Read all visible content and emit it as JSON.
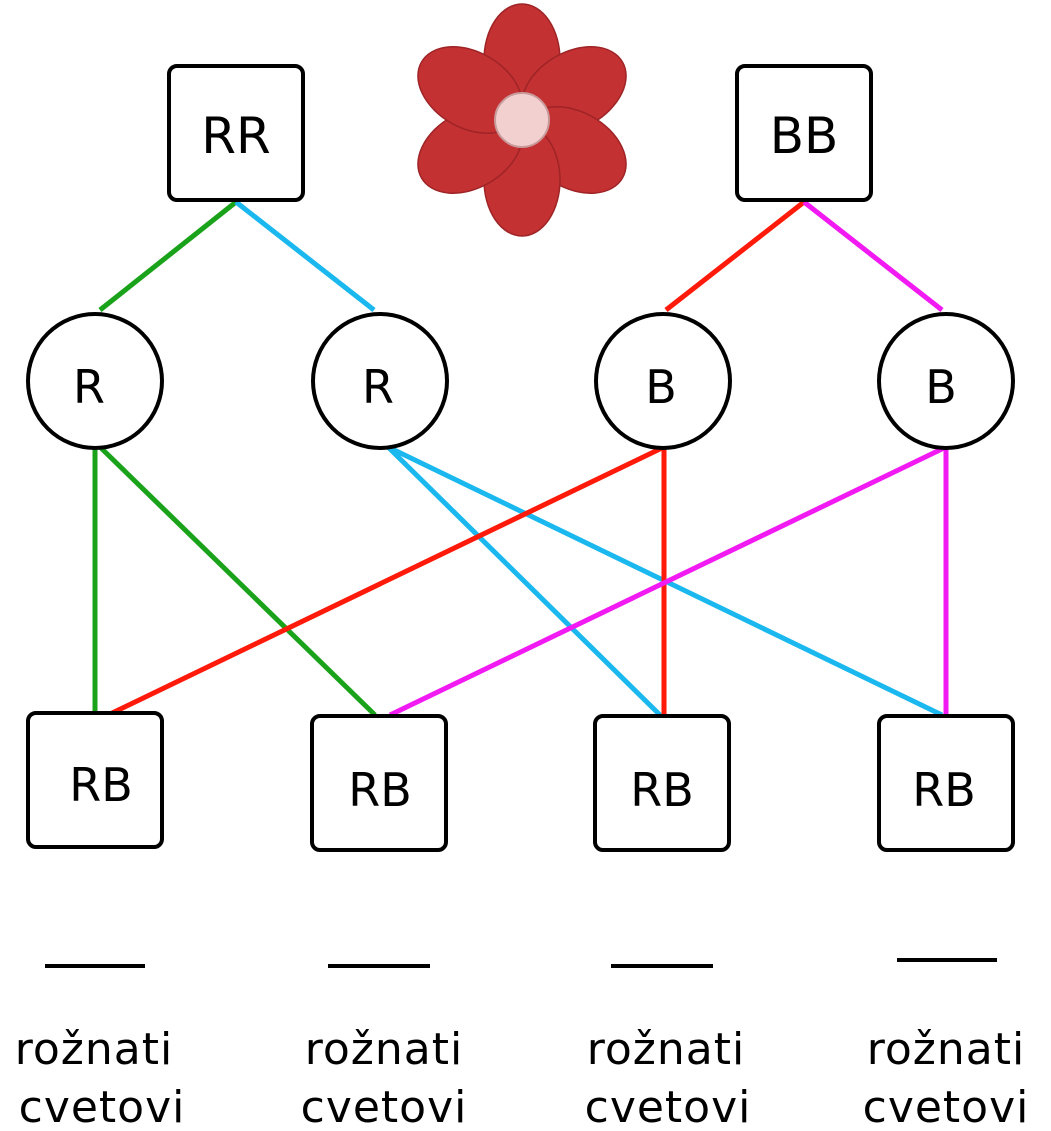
{
  "colors": {
    "green": "#1aa31a",
    "cyan": "#1ab8ee",
    "red": "#ff1a0a",
    "magenta": "#f21af2",
    "flower_petal": "#c43133",
    "flower_center": "#f2d0d0"
  },
  "parents": {
    "left": {
      "label": "RR"
    },
    "right": {
      "label": "BB"
    },
    "flower_icon": "red-flower-icon"
  },
  "gametes": [
    {
      "label": "R"
    },
    {
      "label": "R"
    },
    {
      "label": "B"
    },
    {
      "label": "B"
    }
  ],
  "offspring": [
    {
      "label": "RB",
      "caption_line1": "rožnati",
      "caption_line2": "cvetovi"
    },
    {
      "label": "RB",
      "caption_line1": "rožnati",
      "caption_line2": "cvetovi"
    },
    {
      "label": "RB",
      "caption_line1": "rožnati",
      "caption_line2": "cvetovi"
    },
    {
      "label": "RB",
      "caption_line1": "rožnati",
      "caption_line2": "cvetovi"
    }
  ]
}
